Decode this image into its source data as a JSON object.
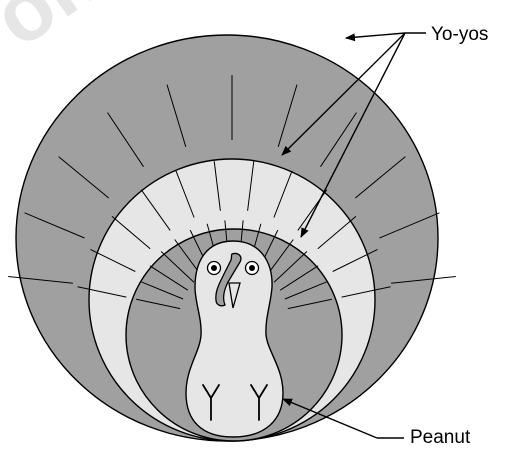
{
  "labels": {
    "yoyos": "Yo-yos",
    "peanut": "Peanut"
  },
  "watermark": {
    "text": "om"
  },
  "colors": {
    "outer_yoyo": "#a0a0a0",
    "middle_yoyo": "#e6e6e6",
    "inner_yoyo": "#a0a0a0",
    "peanut": "#e6e6e6",
    "outline": "#000000"
  }
}
